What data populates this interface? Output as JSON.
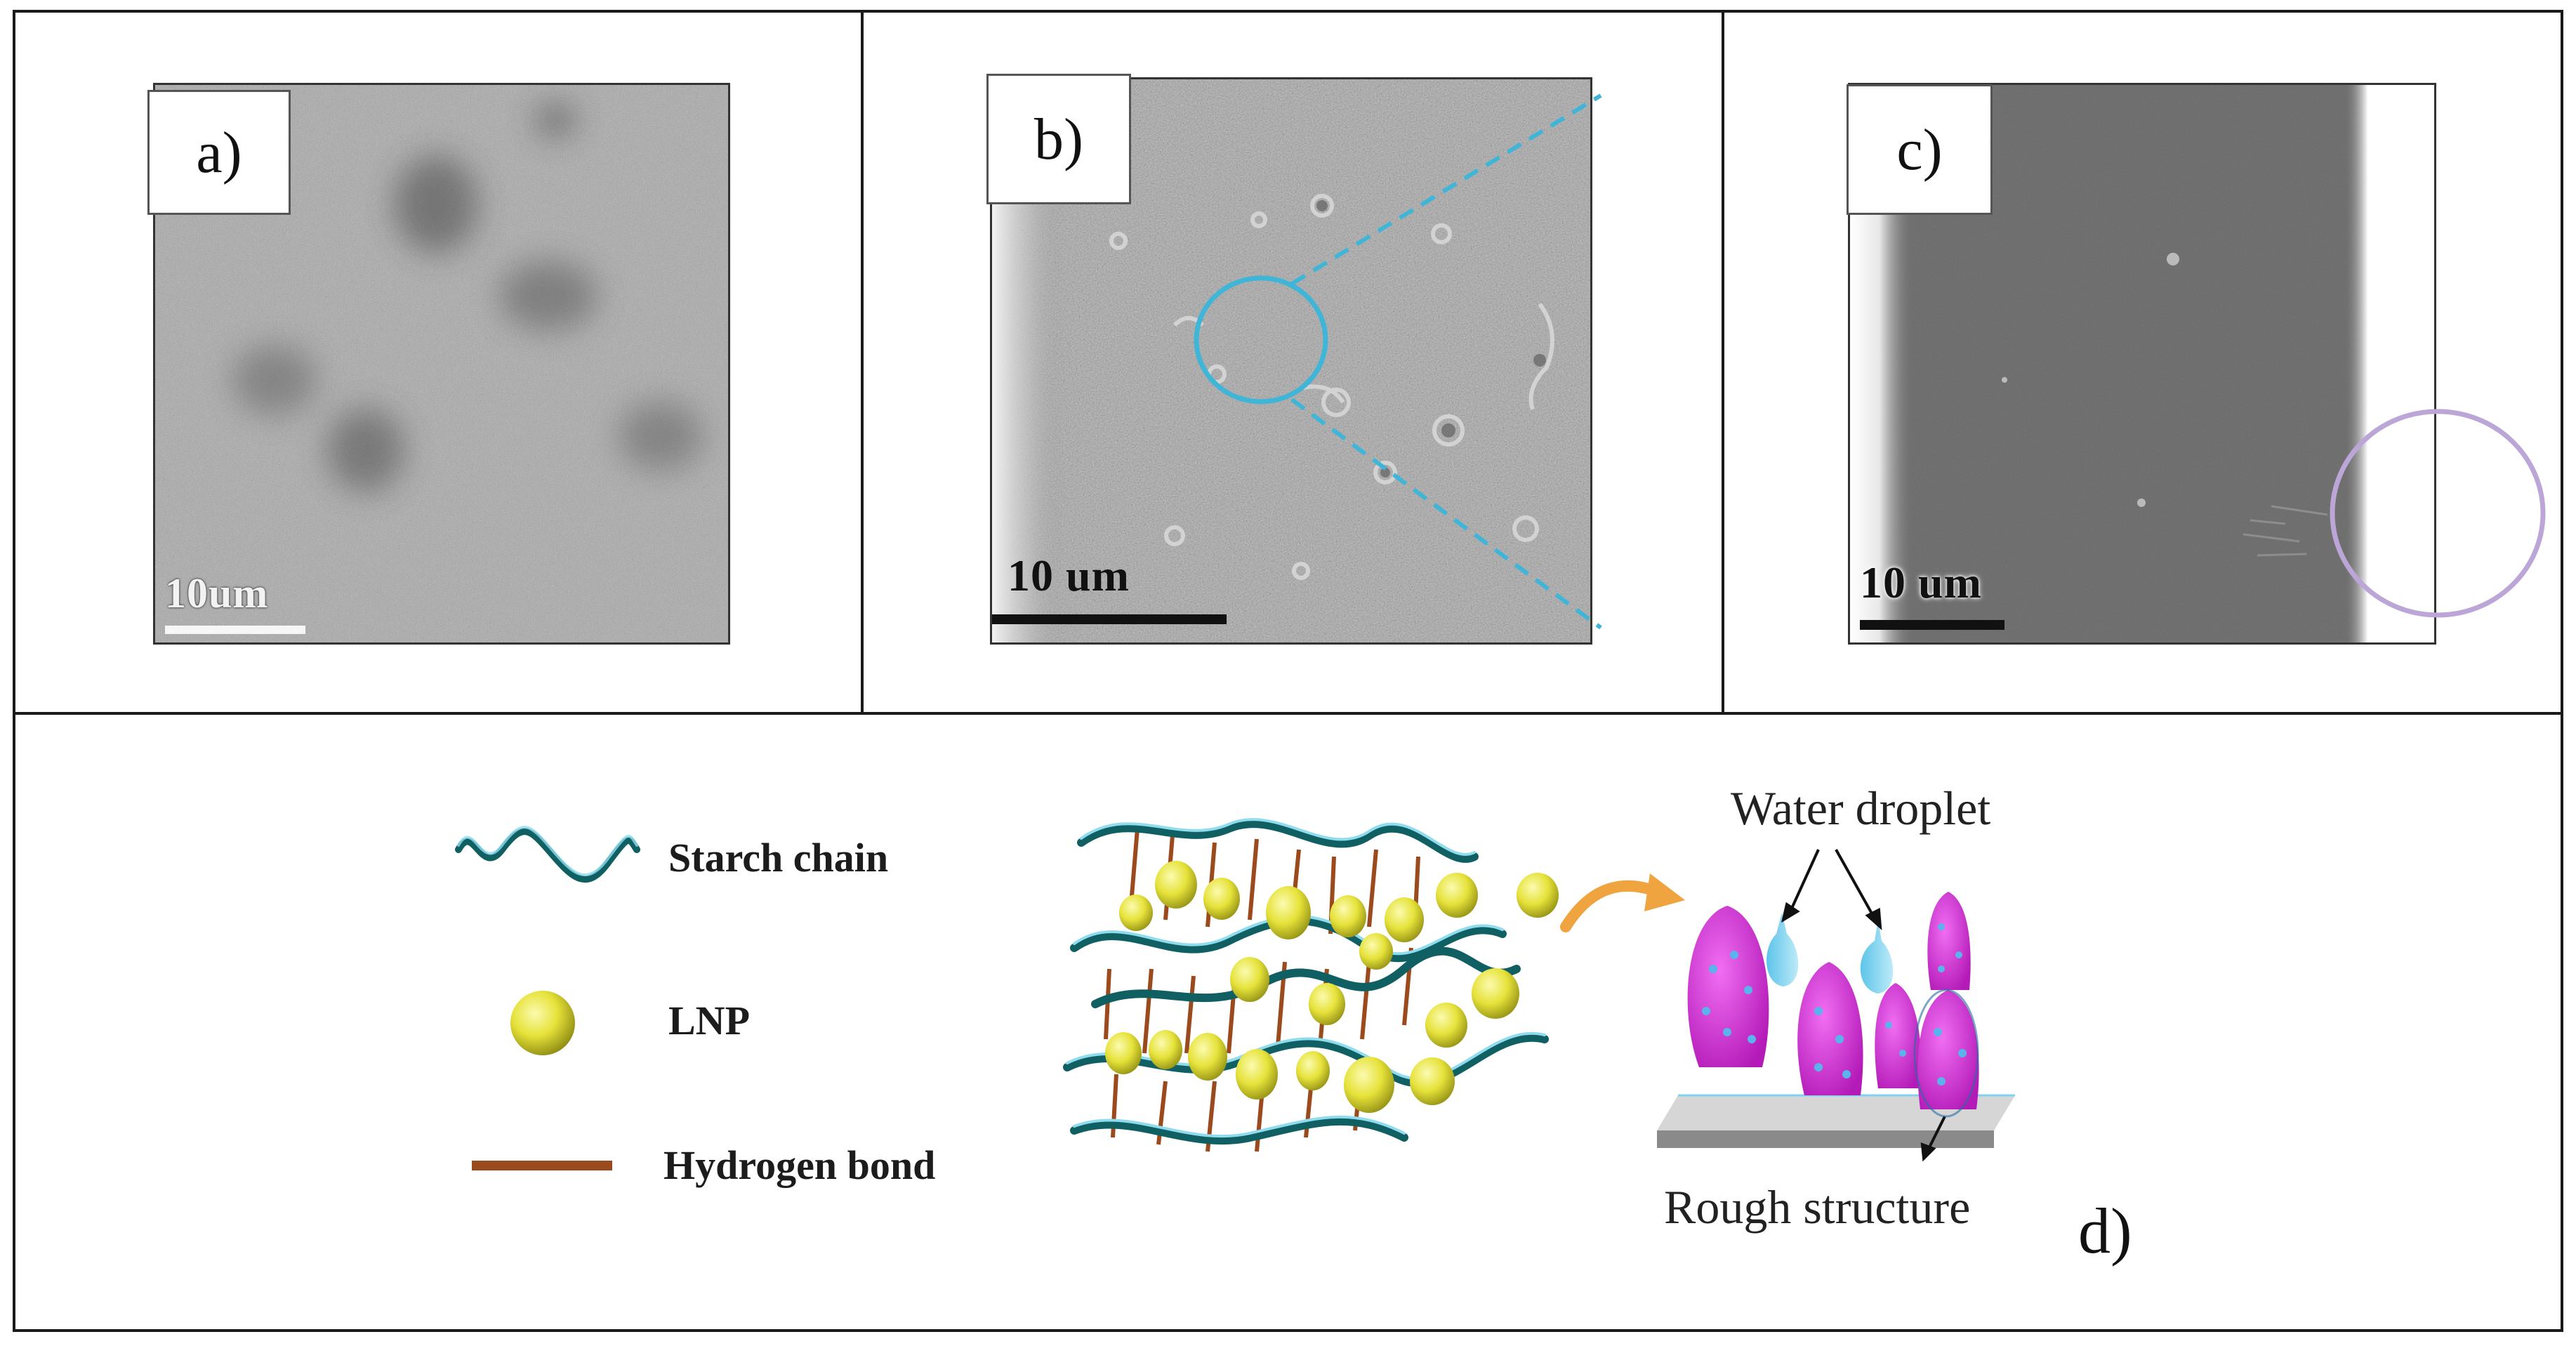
{
  "panels": {
    "a": {
      "label": "a)",
      "scale": "10um"
    },
    "b": {
      "label": "b)",
      "scale": "10 um"
    },
    "c": {
      "label": "c)",
      "scale": "10 um"
    },
    "d": {
      "label": "d)"
    }
  },
  "legend": {
    "starch_chain": "Starch chain",
    "lnp": "LNP",
    "hydrogen_bond": "Hydrogen bond"
  },
  "diagram": {
    "water_droplet": "Water droplet",
    "rough_structure": "Rough structure"
  },
  "colors": {
    "border": "#1a1a1a",
    "zoom_circle_b": "#3fb5d8",
    "zoom_circle_c": "#bca6d8",
    "lnp_fill": "#e6e23a",
    "starch": "#0f5f63",
    "hydrogen_bond": "#9a4a1c",
    "droplet": "#cc1fcf",
    "water": "#7fd3f0"
  }
}
